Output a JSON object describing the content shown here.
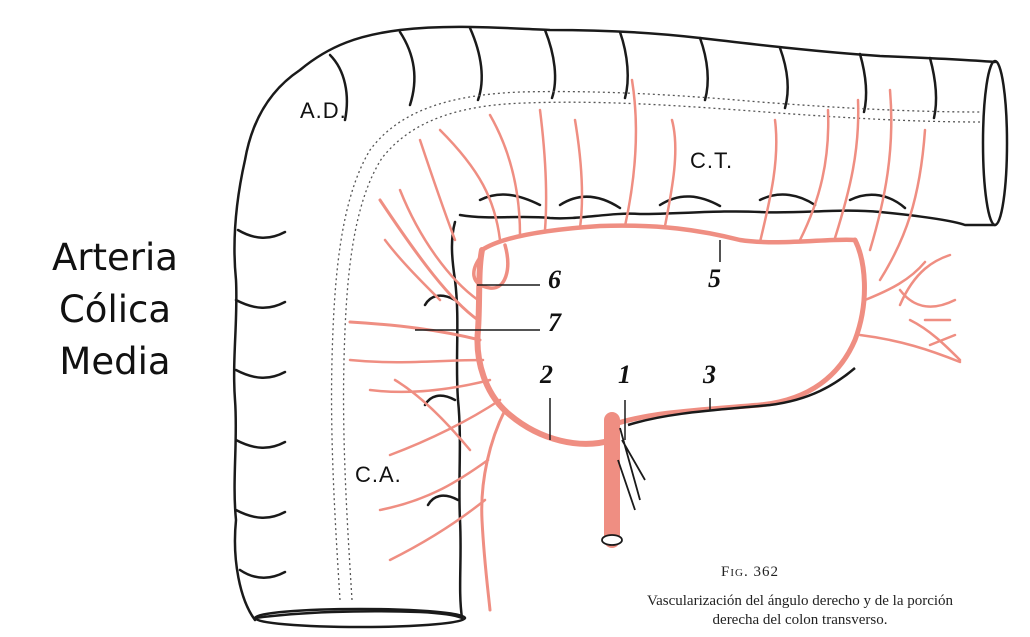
{
  "side_title": {
    "line1": "Arteria",
    "line2": "Cólica",
    "line3": "Media"
  },
  "regions": {
    "ad": "A.D.",
    "ct": "C.T.",
    "ca": "C.A."
  },
  "numbers": {
    "n1": "1",
    "n2": "2",
    "n3": "3",
    "n5": "5",
    "n6": "6",
    "n7": "7"
  },
  "figure": {
    "label": "Fig. 362",
    "caption_line1": "Vascularización del ángulo derecho y de la porción",
    "caption_line2": "derecha del colon transverso."
  },
  "colors": {
    "artery": "#ef8e82",
    "outline": "#1a1a1a",
    "background": "#ffffff"
  }
}
